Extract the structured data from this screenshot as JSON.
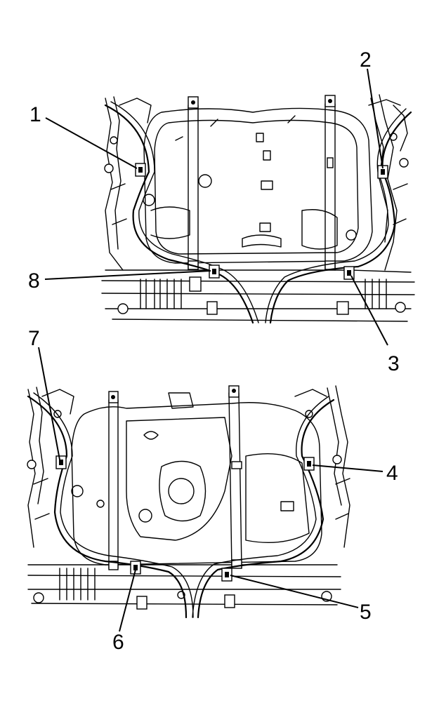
{
  "figure": {
    "callouts": [
      {
        "id": "callout-1",
        "label": "1"
      },
      {
        "id": "callout-2",
        "label": "2"
      },
      {
        "id": "callout-3",
        "label": "3"
      },
      {
        "id": "callout-4",
        "label": "4"
      },
      {
        "id": "callout-5",
        "label": "5"
      },
      {
        "id": "callout-6",
        "label": "6"
      },
      {
        "id": "callout-7",
        "label": "7"
      },
      {
        "id": "callout-8",
        "label": "8"
      }
    ]
  }
}
